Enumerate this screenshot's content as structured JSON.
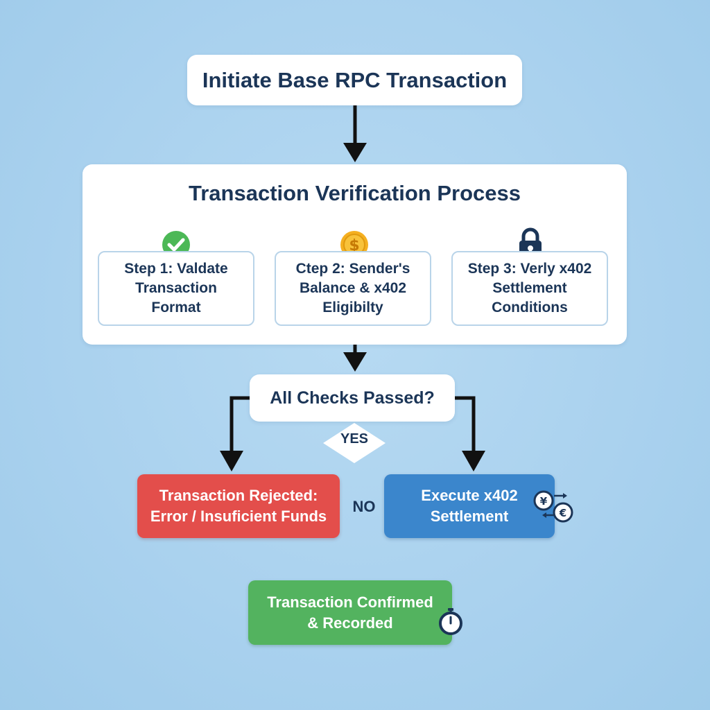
{
  "title": "Initiate Base RPC Transaction",
  "process": {
    "title": "Transaction Verification Process",
    "steps": [
      {
        "label": "Step 1: Valdate\nTransaction\nFormat",
        "icon": "check-circle-icon"
      },
      {
        "label": "Ctep 2: Sender's\nBalance & x402\nEligibilty",
        "icon": "dollar-coin-icon"
      },
      {
        "label": "Step 3: Verly x402\nSettlement\nConditions",
        "icon": "lock-icon"
      }
    ]
  },
  "decision": {
    "question": "All Checks Passed?",
    "yes_label": "YES",
    "no_label": "NO"
  },
  "outcomes": {
    "rejected": "Transaction Rejected:\nError / Insuficient Funds",
    "execute": "Execute x402\nSettlement",
    "confirmed": "Transaction Confirmed\n& Recorded"
  },
  "icons": {
    "execute": "currency-exchange-icon",
    "confirmed": "stopwatch-icon"
  },
  "colors": {
    "background": "#aed4ef",
    "text_dark": "#1b3557",
    "rejected": "#e34e4b",
    "execute": "#3b86cc",
    "confirmed": "#53b35f",
    "check_green": "#4cb856",
    "coin_gold": "#f5b021",
    "step_border": "#b9d4e9"
  }
}
